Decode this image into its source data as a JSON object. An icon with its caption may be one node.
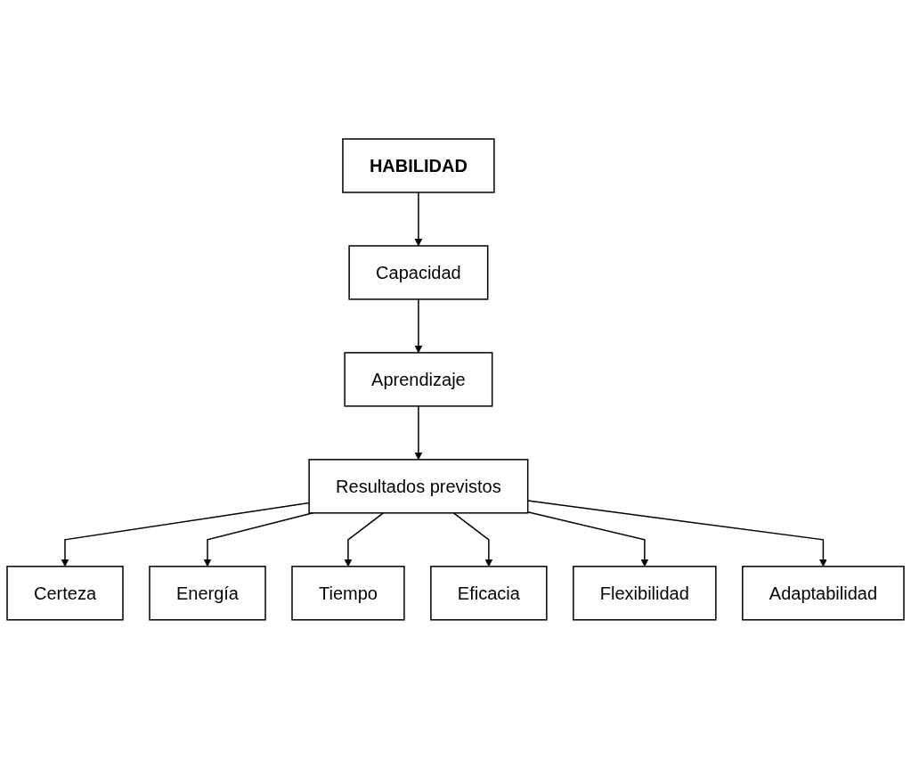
{
  "diagram": {
    "nodes": [
      {
        "text": [
          "HABILIDAD"
        ]
      },
      {
        "text": [
          "Capacidad"
        ]
      },
      {
        "text": [
          "Aprendizaje"
        ]
      },
      {
        "text": [
          "Resultados previstos"
        ]
      },
      {
        "text": [
          "Certeza"
        ]
      },
      {
        "text": [
          "Energía"
        ]
      },
      {
        "text": [
          "Tiempo"
        ]
      },
      {
        "text": [
          "Eficacia"
        ]
      },
      {
        "text": [
          "Flexibilidad"
        ]
      },
      {
        "text": [
          "Adaptabilidad"
        ]
      }
    ],
    "edges": [
      {
        "from": 0,
        "to": 1,
        "arrow": "to"
      },
      {
        "from": 1,
        "to": 2,
        "arrow": "to"
      },
      {
        "from": 2,
        "to": 3,
        "arrow": "to"
      },
      {
        "from": 3,
        "to": 4,
        "arrow": "to"
      },
      {
        "from": 3,
        "to": 5,
        "arrow": "to"
      },
      {
        "from": 3,
        "to": 6,
        "arrow": "to"
      },
      {
        "from": 3,
        "to": 7,
        "arrow": "to"
      },
      {
        "from": 3,
        "to": 8,
        "arrow": "to"
      },
      {
        "from": 3,
        "to": 9,
        "arrow": "to"
      }
    ]
  }
}
